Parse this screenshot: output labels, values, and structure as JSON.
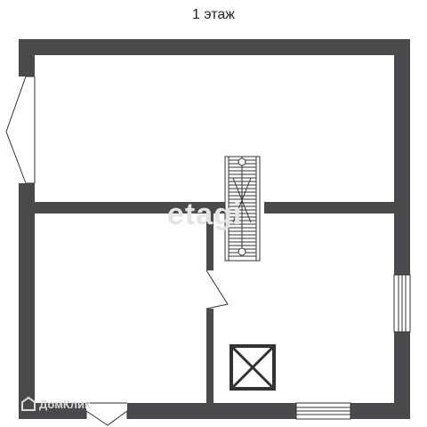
{
  "floor": {
    "title": "1 этаж"
  },
  "watermark": {
    "text": "etagi"
  },
  "brand": {
    "text": "ДомКлик"
  },
  "colors": {
    "wall": "#4a4a4c",
    "line": "#333333",
    "background": "#ffffff",
    "watermark": "#e4e4e4"
  },
  "icons": [
    "entrance-door-icon",
    "interior-door-icon",
    "staircase-icon",
    "window-icon",
    "fireplace-box-icon"
  ]
}
